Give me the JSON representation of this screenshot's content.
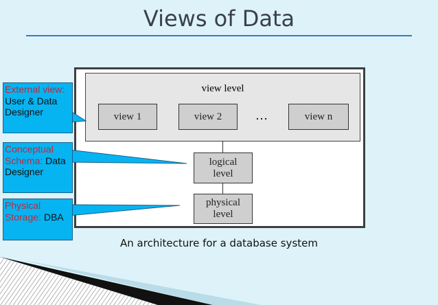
{
  "title": "Views of Data",
  "diagram": {
    "view_level": "view level",
    "views": [
      "view 1",
      "view 2",
      "view n"
    ],
    "ellipsis": "…",
    "logical": [
      "logical",
      "level"
    ],
    "physical": [
      "physical",
      "level"
    ]
  },
  "callouts": [
    {
      "label": "External view:",
      "text": "User & Data Designer"
    },
    {
      "label": "Conceptual Schema:",
      "text": "Data Designer"
    },
    {
      "label": "Physical Storage:",
      "text": "DBA"
    }
  ],
  "caption": "An architecture for a database system",
  "colors": {
    "callout": "#06b4f2",
    "label": "#c0283a",
    "rule": "#3a78c8"
  }
}
